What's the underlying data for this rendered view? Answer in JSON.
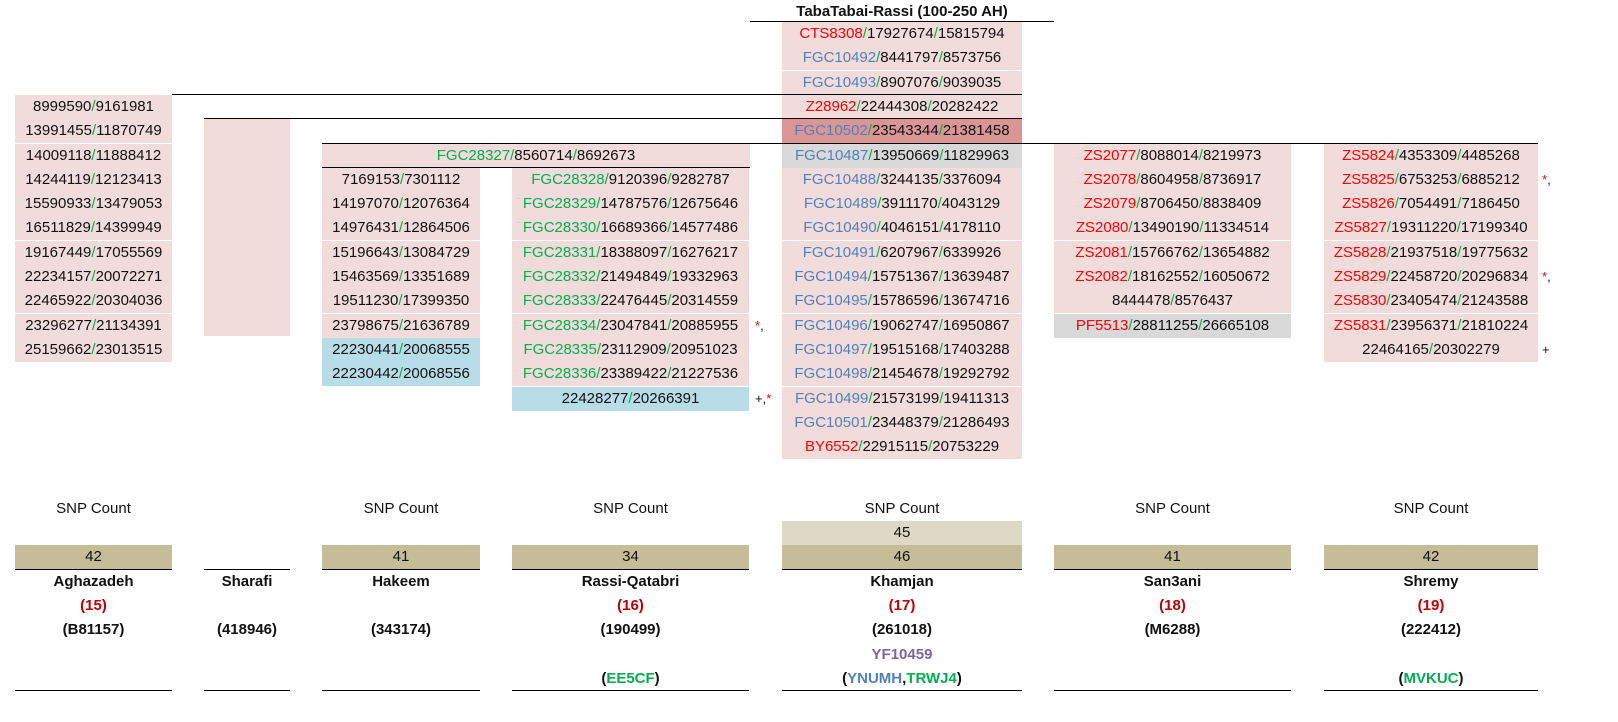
{
  "title": "TabaTabai-Rassi (100-250 AH)",
  "trunk": [
    {
      "snp": "CTS8308",
      "snp_color": "red",
      "pos1": "17927674",
      "pos2": "15815794",
      "bg": "pink"
    },
    {
      "snp": "FGC10492",
      "snp_color": "blue",
      "pos1": "8441797",
      "pos2": "8573756",
      "bg": "pink"
    },
    {
      "snp": "FGC10493",
      "snp_color": "blue",
      "pos1": "8907076",
      "pos2": "9039035",
      "bg": "pink"
    },
    {
      "snp": "Z28962",
      "snp_color": "red",
      "pos1": "22444308",
      "pos2": "20282422",
      "bg": "pink"
    },
    {
      "snp": "FGC10502",
      "snp_color": "blue",
      "pos1": "23543344",
      "pos2": "21381458",
      "bg": "redcell"
    }
  ],
  "sep": "/",
  "columns": [
    {
      "key": "aghazadeh",
      "entries": [
        {
          "pos1": "8999590",
          "pos2": "9161981",
          "bg": "pink"
        },
        {
          "pos1": "13991455",
          "pos2": "11870749",
          "bg": "pink"
        },
        {
          "pos1": "14009118",
          "pos2": "11888412",
          "bg": "pink"
        },
        {
          "pos1": "14244119",
          "pos2": "12123413",
          "bg": "pink"
        },
        {
          "pos1": "15590933",
          "pos2": "13479053",
          "bg": "pink"
        },
        {
          "pos1": "16511829",
          "pos2": "14399949",
          "bg": "pink"
        },
        {
          "pos1": "19167449",
          "pos2": "17055569",
          "bg": "pink"
        },
        {
          "pos1": "22234157",
          "pos2": "20072271",
          "bg": "pink"
        },
        {
          "pos1": "22465922",
          "pos2": "20304036",
          "bg": "pink"
        },
        {
          "pos1": "23296277",
          "pos2": "21134391",
          "bg": "pink"
        },
        {
          "pos1": "25159662",
          "pos2": "23013515",
          "bg": "pink"
        }
      ]
    },
    {
      "key": "hakeem_header",
      "entries": [
        {
          "snp": "FGC28327",
          "snp_color": "green",
          "pos1": "8560714",
          "pos2": "8692673",
          "bg": "pink"
        }
      ]
    },
    {
      "key": "hakeem",
      "entries": [
        {
          "pos1": "7169153",
          "pos2": "7301112",
          "bg": "pink"
        },
        {
          "pos1": "14197070",
          "pos2": "12076364",
          "bg": "pink"
        },
        {
          "pos1": "14976431",
          "pos2": "12864506",
          "bg": "pink"
        },
        {
          "pos1": "15196643",
          "pos2": "13084729",
          "bg": "pink"
        },
        {
          "pos1": "15463569",
          "pos2": "13351689",
          "bg": "pink"
        },
        {
          "pos1": "19511230",
          "pos2": "17399350",
          "bg": "pink"
        },
        {
          "pos1": "23798675",
          "pos2": "21636789",
          "bg": "pink"
        },
        {
          "pos1": "22230441",
          "pos2": "20068555",
          "bg": "blue"
        },
        {
          "pos1": "22230442",
          "pos2": "20068556",
          "bg": "blue"
        }
      ]
    },
    {
      "key": "rassi",
      "entries": [
        {
          "snp": "FGC28328",
          "snp_color": "green",
          "pos1": "9120396",
          "pos2": "9282787",
          "bg": "pink"
        },
        {
          "snp": "FGC28329",
          "snp_color": "green",
          "pos1": "14787576",
          "pos2": "12675646",
          "bg": "pink"
        },
        {
          "snp": "FGC28330",
          "snp_color": "green",
          "pos1": "16689366",
          "pos2": "14577486",
          "bg": "pink"
        },
        {
          "snp": "FGC28331",
          "snp_color": "green",
          "pos1": "18388097",
          "pos2": "16276217",
          "bg": "pink"
        },
        {
          "snp": "FGC28332",
          "snp_color": "green",
          "pos1": "21494849",
          "pos2": "19332963",
          "bg": "pink"
        },
        {
          "snp": "FGC28333",
          "snp_color": "green",
          "pos1": "22476445",
          "pos2": "20314559",
          "bg": "pink"
        },
        {
          "snp": "FGC28334",
          "snp_color": "green",
          "pos1": "23047841",
          "pos2": "20885955",
          "bg": "pink",
          "mark": "*,"
        },
        {
          "snp": "FGC28335",
          "snp_color": "green",
          "pos1": "23112909",
          "pos2": "20951023",
          "bg": "pink"
        },
        {
          "snp": "FGC28336",
          "snp_color": "green",
          "pos1": "23389422",
          "pos2": "21227536",
          "bg": "pink"
        },
        {
          "pos1": "22428277",
          "pos2": "20266391",
          "bg": "blue",
          "mark": "+,*"
        }
      ]
    },
    {
      "key": "khamjan",
      "entries": [
        {
          "snp": "FGC10487",
          "snp_color": "blue",
          "pos1": "13950669",
          "pos2": "11829963",
          "bg": "gray"
        },
        {
          "snp": "FGC10488",
          "snp_color": "blue",
          "pos1": "3244135",
          "pos2": "3376094",
          "bg": "pink"
        },
        {
          "snp": "FGC10489",
          "snp_color": "blue",
          "pos1": "3911170",
          "pos2": "4043129",
          "bg": "pink"
        },
        {
          "snp": "FGC10490",
          "snp_color": "blue",
          "pos1": "4046151",
          "pos2": "4178110",
          "bg": "pink"
        },
        {
          "snp": "FGC10491",
          "snp_color": "blue",
          "pos1": "6207967",
          "pos2": "6339926",
          "bg": "pink"
        },
        {
          "snp": "FGC10494",
          "snp_color": "blue",
          "pos1": "15751367",
          "pos2": "13639487",
          "bg": "pink"
        },
        {
          "snp": "FGC10495",
          "snp_color": "blue",
          "pos1": "15786596",
          "pos2": "13674716",
          "bg": "pink"
        },
        {
          "snp": "FGC10496",
          "snp_color": "blue",
          "pos1": "19062747",
          "pos2": "16950867",
          "bg": "pink"
        },
        {
          "snp": "FGC10497",
          "snp_color": "blue",
          "pos1": "19515168",
          "pos2": "17403288",
          "bg": "pink"
        },
        {
          "snp": "FGC10498",
          "snp_color": "blue",
          "pos1": "21454678",
          "pos2": "19292792",
          "bg": "pink"
        },
        {
          "snp": "FGC10499",
          "snp_color": "blue",
          "pos1": "21573199",
          "pos2": "19411313",
          "bg": "pink"
        },
        {
          "snp": "FGC10501",
          "snp_color": "blue",
          "pos1": "23448379",
          "pos2": "21286493",
          "bg": "pink"
        },
        {
          "snp": "BY6552",
          "snp_color": "red",
          "pos1": "22915115",
          "pos2": "20753229",
          "bg": "pink"
        }
      ]
    },
    {
      "key": "san3ani",
      "entries": [
        {
          "snp": "ZS2077",
          "snp_color": "red",
          "pos1": "8088014",
          "pos2": "8219973",
          "bg": "pink"
        },
        {
          "snp": "ZS2078",
          "snp_color": "red",
          "pos1": "8604958",
          "pos2": "8736917",
          "bg": "pink"
        },
        {
          "snp": "ZS2079",
          "snp_color": "red",
          "pos1": "8706450",
          "pos2": "8838409",
          "bg": "pink"
        },
        {
          "snp": "ZS2080",
          "snp_color": "red",
          "pos1": "13490190",
          "pos2": "11334514",
          "bg": "pink"
        },
        {
          "snp": "ZS2081",
          "snp_color": "red",
          "pos1": "15766762",
          "pos2": "13654882",
          "bg": "pink"
        },
        {
          "snp": "ZS2082",
          "snp_color": "red",
          "pos1": "18162552",
          "pos2": "16050672",
          "bg": "pink"
        },
        {
          "pos1": "8444478",
          "pos2": "8576437",
          "bg": "pink"
        },
        {
          "snp": "PF5513",
          "snp_color": "red",
          "pos1": "28811255",
          "pos2": "26665108",
          "bg": "gray"
        }
      ]
    },
    {
      "key": "shremy",
      "entries": [
        {
          "snp": "ZS5824",
          "snp_color": "red",
          "pos1": "4353309",
          "pos2": "4485268",
          "bg": "pink"
        },
        {
          "snp": "ZS5825",
          "snp_color": "red",
          "pos1": "6753253",
          "pos2": "6885212",
          "bg": "pink",
          "mark": "*,"
        },
        {
          "snp": "ZS5826",
          "snp_color": "red",
          "pos1": "7054491",
          "pos2": "7186450",
          "bg": "pink"
        },
        {
          "snp": "ZS5827",
          "snp_color": "red",
          "pos1": "19311220",
          "pos2": "17199340",
          "bg": "pink"
        },
        {
          "snp": "ZS5828",
          "snp_color": "red",
          "pos1": "21937518",
          "pos2": "19775632",
          "bg": "pink"
        },
        {
          "snp": "ZS5829",
          "snp_color": "red",
          "pos1": "22458720",
          "pos2": "20296834",
          "bg": "pink",
          "mark": "*,"
        },
        {
          "snp": "ZS5830",
          "snp_color": "red",
          "pos1": "23405474",
          "pos2": "21243588",
          "bg": "pink"
        },
        {
          "snp": "ZS5831",
          "snp_color": "red",
          "pos1": "23956371",
          "pos2": "21810224",
          "bg": "pink"
        },
        {
          "pos1": "22464165",
          "pos2": "20302279",
          "bg": "pink",
          "mark": "+"
        }
      ]
    }
  ],
  "snp_count_label": "SNP Count",
  "khamjan_extra_count": "45",
  "branches": [
    {
      "name": "Aghazadeh",
      "count": "42",
      "number": "(15)",
      "kit": "(B81157)"
    },
    {
      "name": "Sharafi",
      "count": null,
      "number": null,
      "kit": "(418946)"
    },
    {
      "name": "Hakeem",
      "count": "41",
      "number": null,
      "kit": "(343174)"
    },
    {
      "name": "Rassi-Qatabri",
      "count": "34",
      "number": "(16)",
      "kit": "(190499)",
      "extra": [
        {
          "text": "EE5CF",
          "color": "green"
        }
      ]
    },
    {
      "name": "Khamjan",
      "count": "46",
      "number": "(17)",
      "kit": "(261018)",
      "sub": "YF10459",
      "extra": [
        {
          "text": "YNUMH",
          "color": "blue"
        },
        {
          "text": "TRWJ4",
          "color": "green"
        }
      ]
    },
    {
      "name": "San3ani",
      "count": "41",
      "number": "(18)",
      "kit": "(M6288)"
    },
    {
      "name": "Shremy",
      "count": "42",
      "number": "(19)",
      "kit": "(222412)",
      "extra": [
        {
          "text": "MVKUC",
          "color": "green"
        }
      ]
    }
  ],
  "colors": {
    "red": "#ff0000",
    "blue": "#4f81bd",
    "green": "#00b050",
    "pink": "#f2dcdb",
    "lightblue": "#b7dde8",
    "olive": "#c4bd97"
  }
}
